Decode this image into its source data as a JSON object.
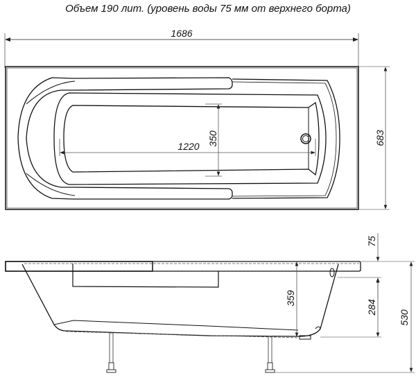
{
  "title": "Объем 190 лит. (уровень воды 75 мм от верхнего борта)",
  "top_view": {
    "dimensions": {
      "overall_length": "1686",
      "overall_width": "683",
      "inner_length": "1220",
      "inner_width": "350"
    }
  },
  "side_view": {
    "dimensions": {
      "water_level_offset": "75",
      "inner_depth": "359",
      "overflow_height": "284",
      "total_height": "530"
    }
  },
  "colors": {
    "line": "#111111",
    "dim_line": "#555555",
    "background": "#ffffff"
  }
}
